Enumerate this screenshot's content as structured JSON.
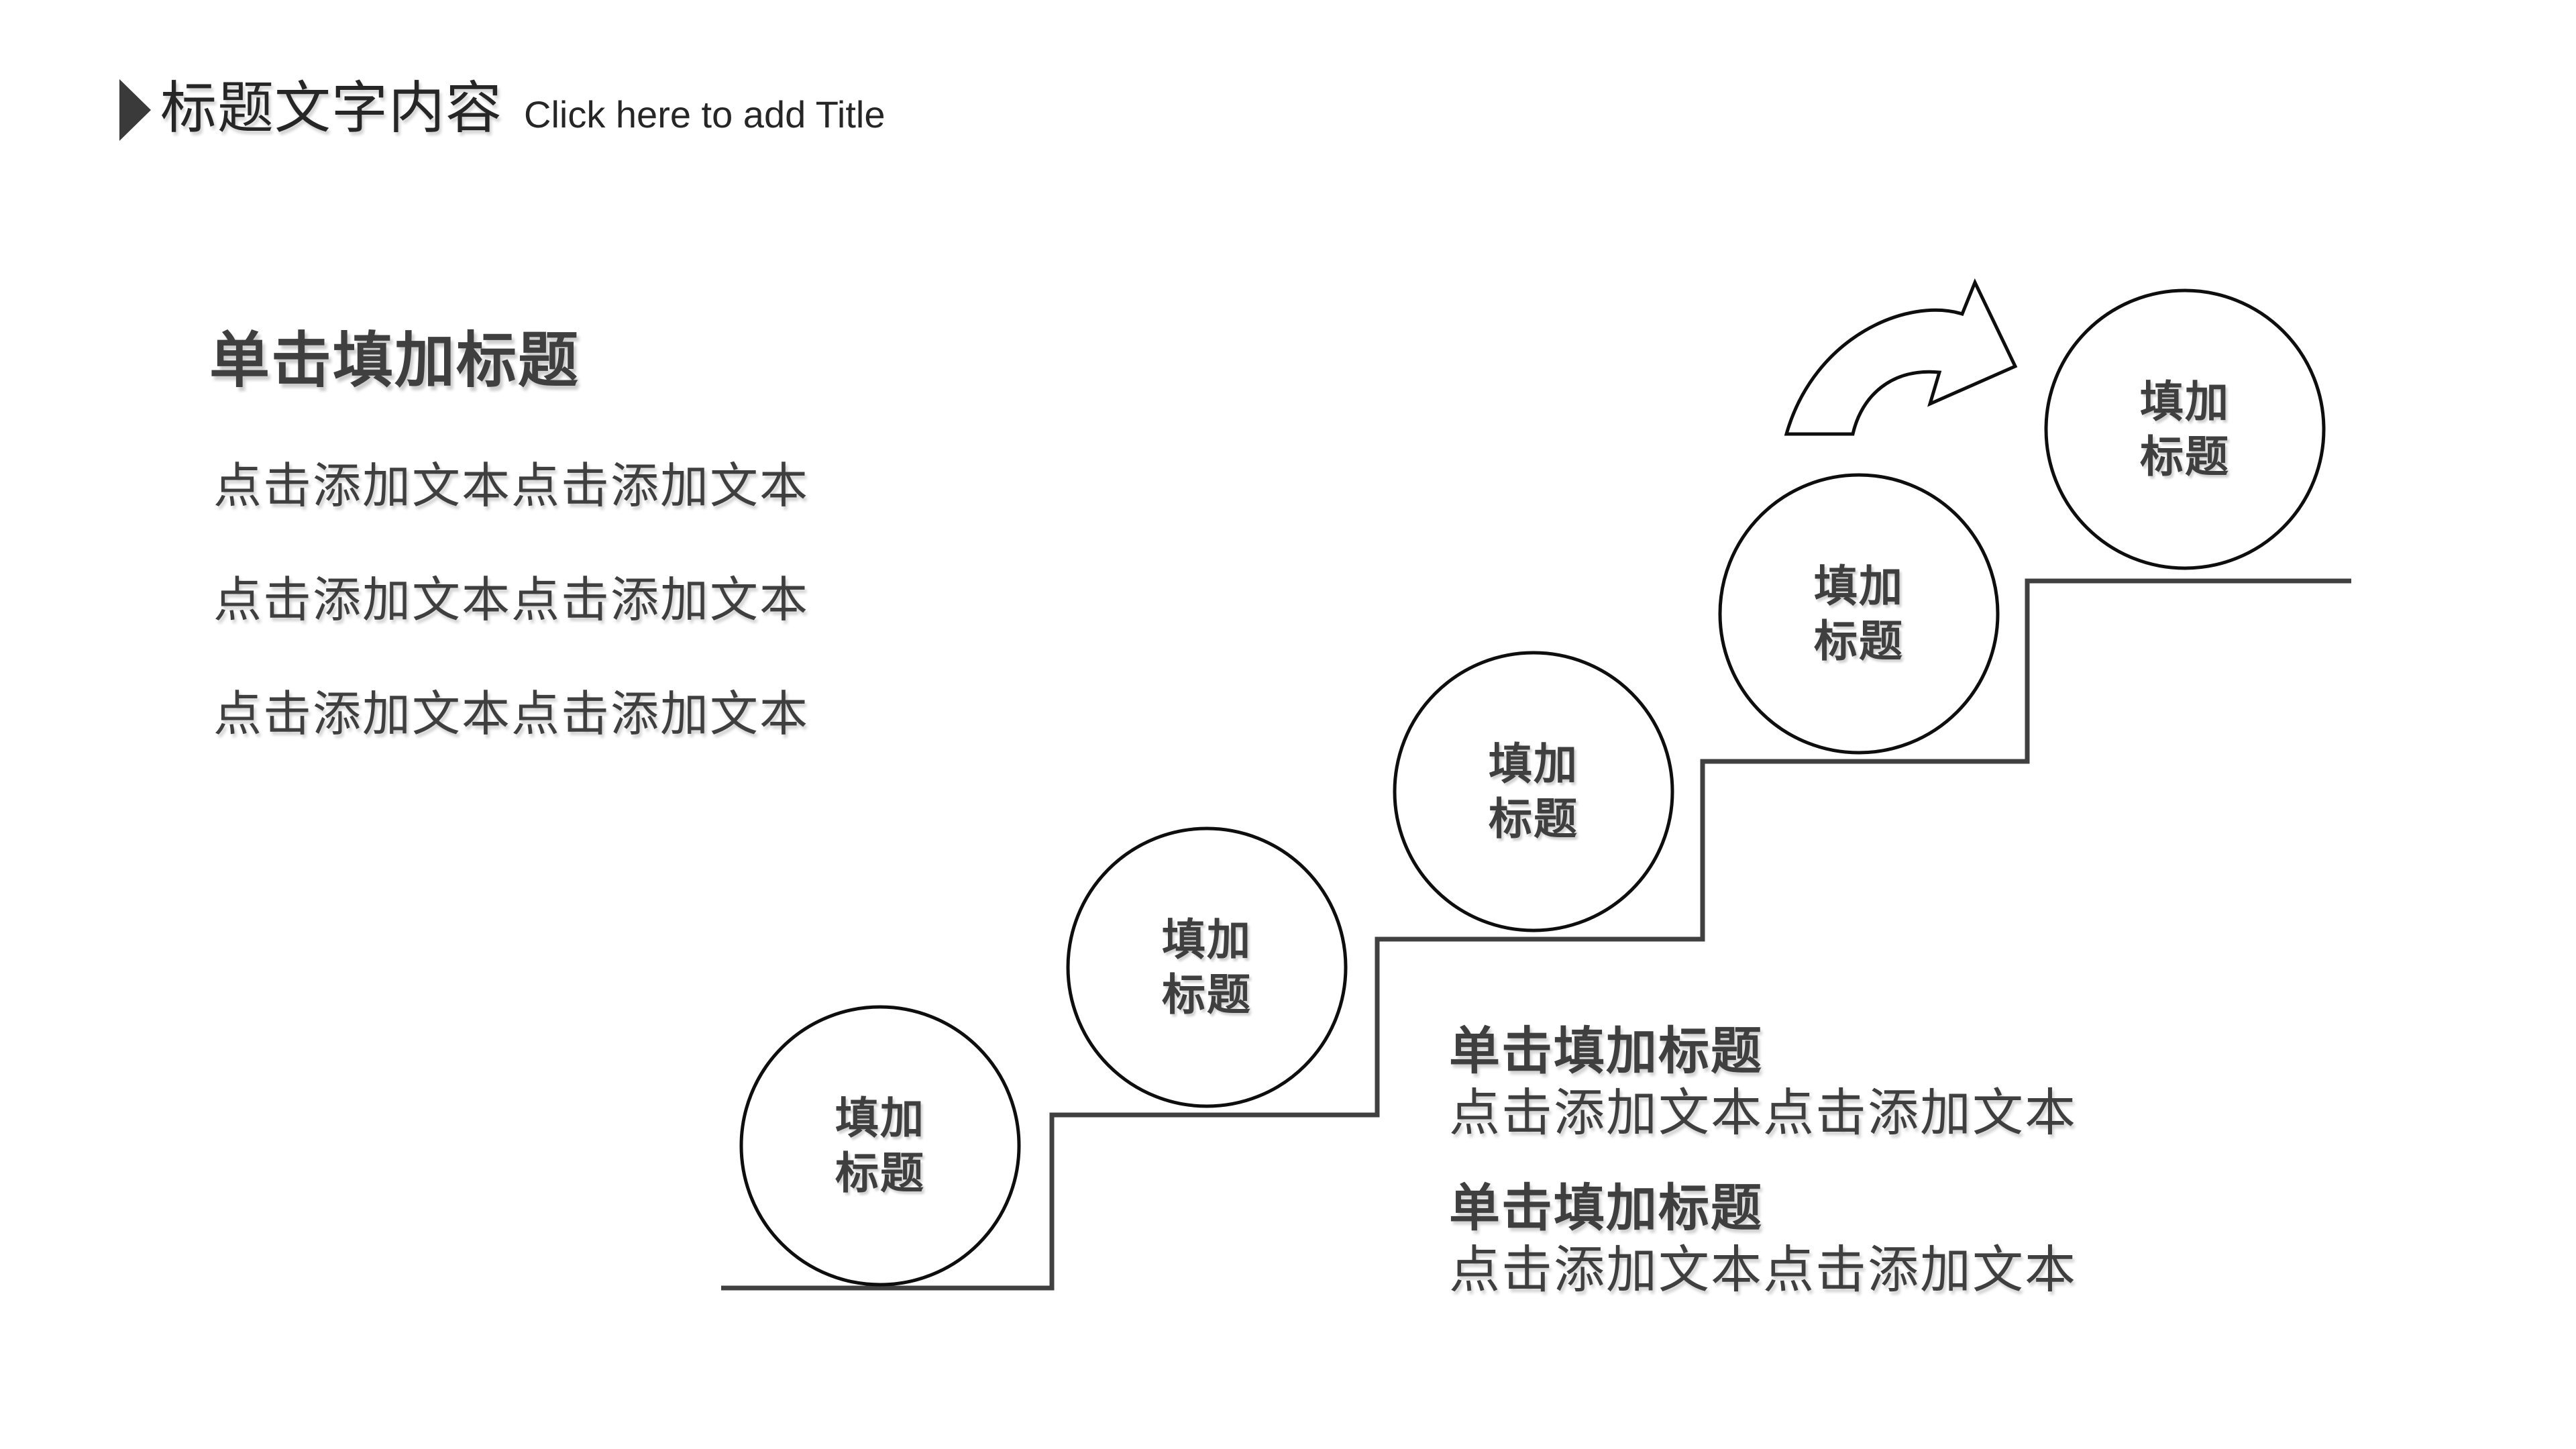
{
  "slide": {
    "background": "#ffffff"
  },
  "colors": {
    "title_text": "#262626",
    "body_text": "#3f3f3f",
    "stair_line": "#404040",
    "shape_stroke": "#0e0e0e",
    "accent": "#3a3a3a"
  },
  "header": {
    "marker_icon": "right-triangle",
    "title": "标题文字内容",
    "subtitle": "Click here to add Title"
  },
  "left_panel": {
    "heading": "单击填加标题",
    "lines": [
      "点击添加文本点击添加文本",
      "点击添加文本点击添加文本",
      "点击添加文本点击添加文本"
    ]
  },
  "stairs": {
    "circle_count": 5,
    "circle_label": "填加\n标题",
    "arrow_icon": "curved-right-arrow"
  },
  "right_panel": {
    "blocks": [
      {
        "heading": "单击填加标题",
        "body": "点击添加文本点击添加文本"
      },
      {
        "heading": "单击填加标题",
        "body": "点击添加文本点击添加文本"
      }
    ]
  }
}
